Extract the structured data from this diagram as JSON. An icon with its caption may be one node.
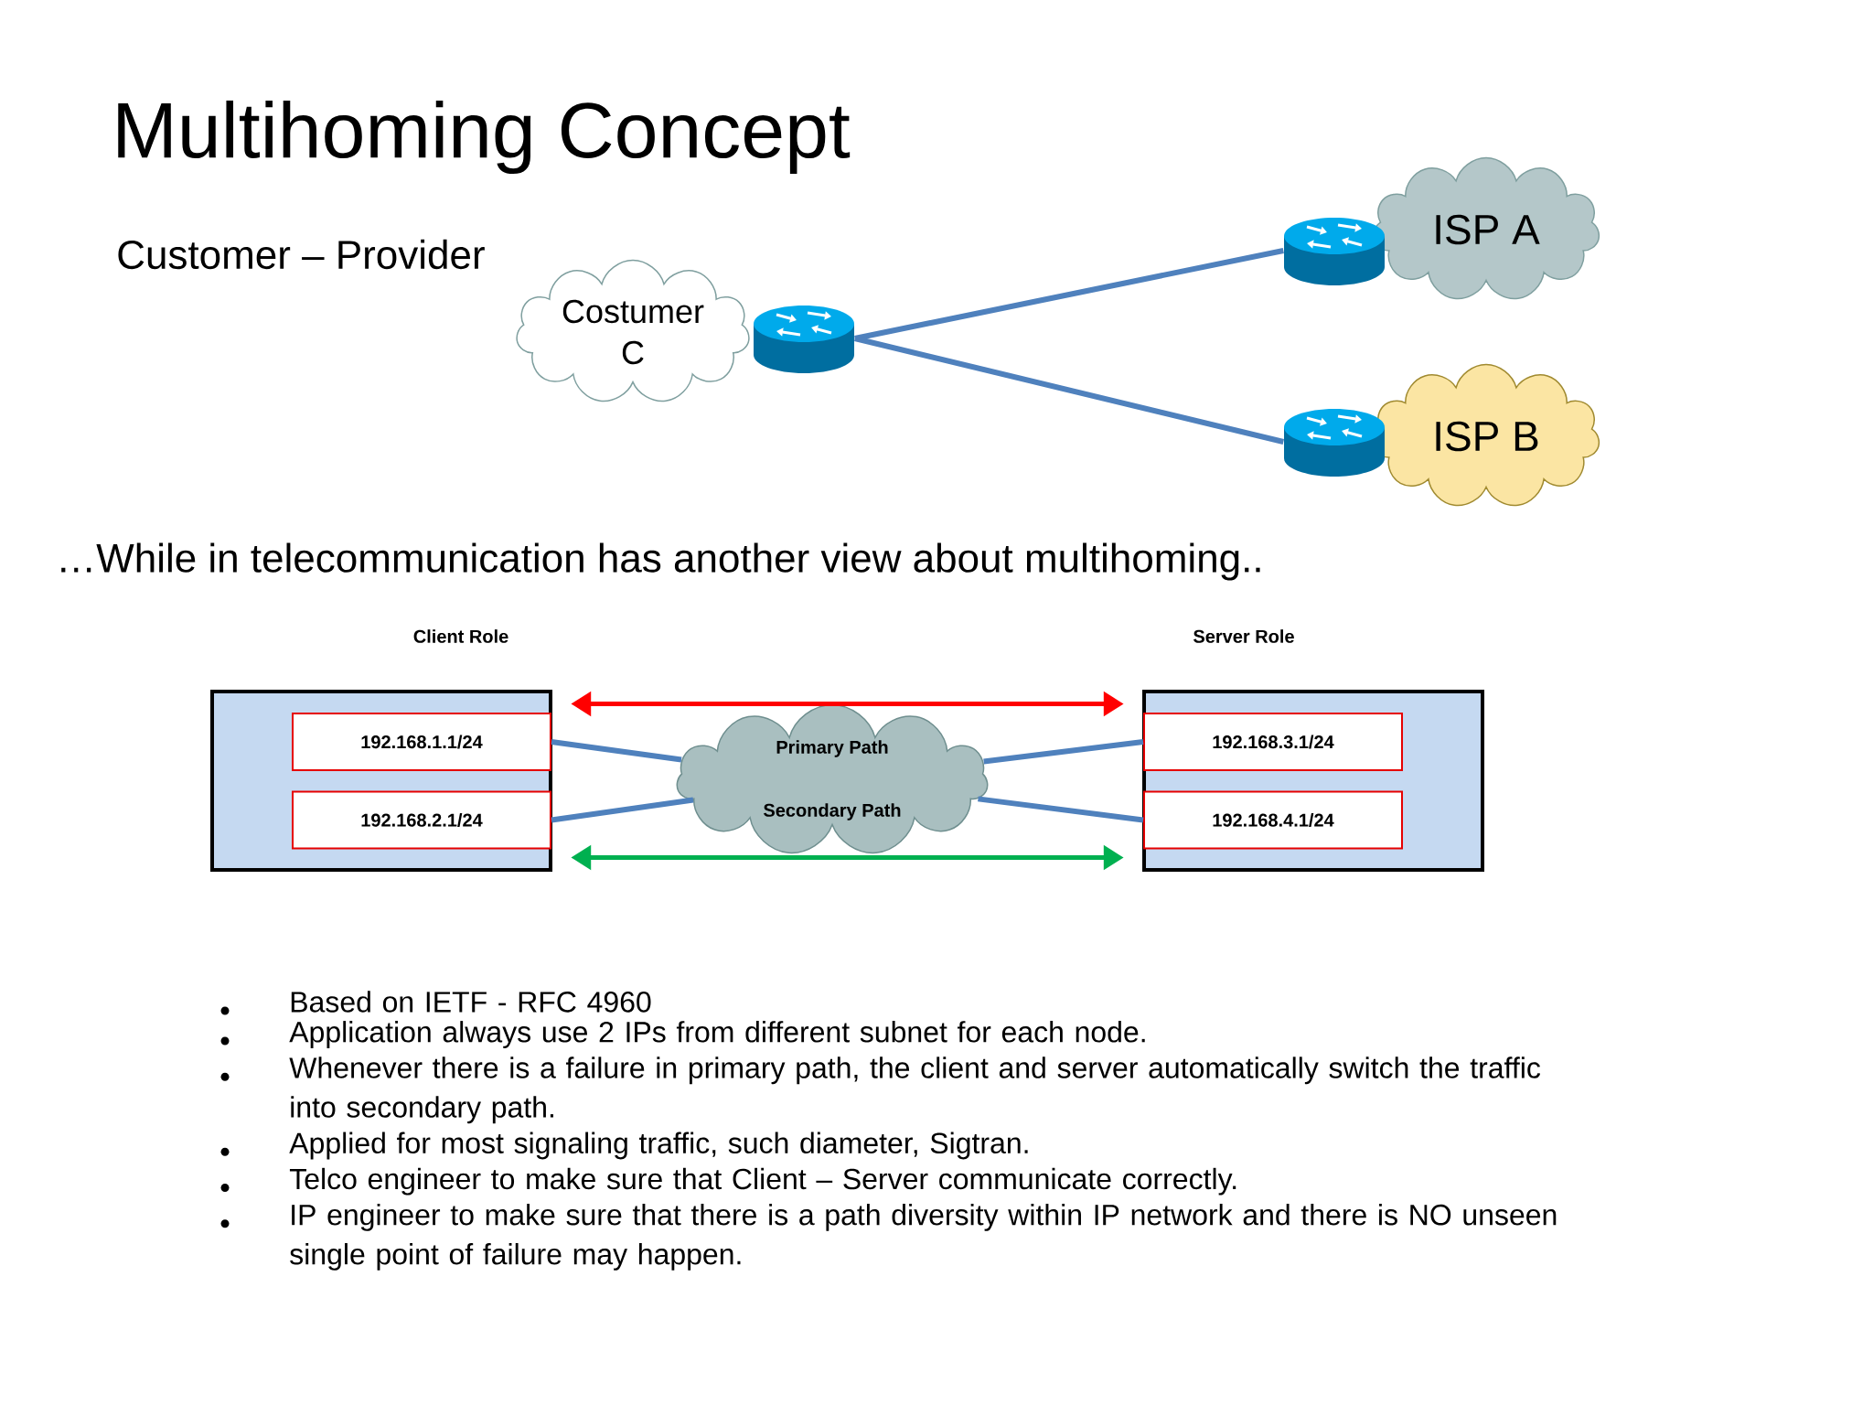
{
  "diagram": {
    "title": "Multihoming Concept",
    "nodes": [
      {
        "text": [
          "Costumer C"
        ]
      },
      {
        "text": [],
        "shape": "cylinder"
      },
      {
        "text": [],
        "shape": "cylinder"
      },
      {
        "text": [
          "ISP A"
        ]
      },
      {
        "text": [],
        "shape": "cylinder"
      },
      {
        "text": [
          "ISP B"
        ]
      },
      {
        "text": [
          "Client Role"
        ]
      },
      {
        "text": [
          "192.168.1.1/24"
        ],
        "in": 6
      },
      {
        "text": [
          "192.168.2.1/24"
        ],
        "in": 6
      },
      {
        "text": [
          "Primary Path",
          "Secondary Path"
        ]
      },
      {
        "text": [
          "Server Role"
        ]
      },
      {
        "text": [
          "192.168.3.1/24"
        ],
        "in": 10
      },
      {
        "text": [
          "192.168.4.1/24"
        ],
        "in": 10
      }
    ],
    "edges": [
      {
        "from": 1,
        "to": 2,
        "arrow": "none"
      },
      {
        "from": 1,
        "to": 4,
        "arrow": "none"
      },
      {
        "from": 7,
        "to": 9,
        "arrow": "none"
      },
      {
        "from": 9,
        "to": 11,
        "arrow": "none"
      },
      {
        "from": 8,
        "to": 9,
        "arrow": "none"
      },
      {
        "from": 9,
        "to": 12,
        "arrow": "none"
      },
      {
        "from": 6,
        "to": 10,
        "arrow": "both",
        "color": "#ff0000"
      },
      {
        "from": 6,
        "to": 10,
        "arrow": "both",
        "color": "#00b050"
      }
    ],
    "labels": [
      "Customer – Provider",
      "…While in telecommunication has another view about multihoming..",
      "Based on IETF - RFC 4960",
      "Application always use 2 IPs from different subnet for each node.",
      "Whenever there is a failure in primary path, the client and server automatically switch the traffic into secondary path.",
      "Applied for most signaling traffic, such diameter, Sigtran.",
      "Telco engineer to make sure that Client – Server communicate correctly.",
      "IP engineer to make sure that there is a path diversity within IP network and there is NO unseen single point of failure may happen."
    ]
  }
}
